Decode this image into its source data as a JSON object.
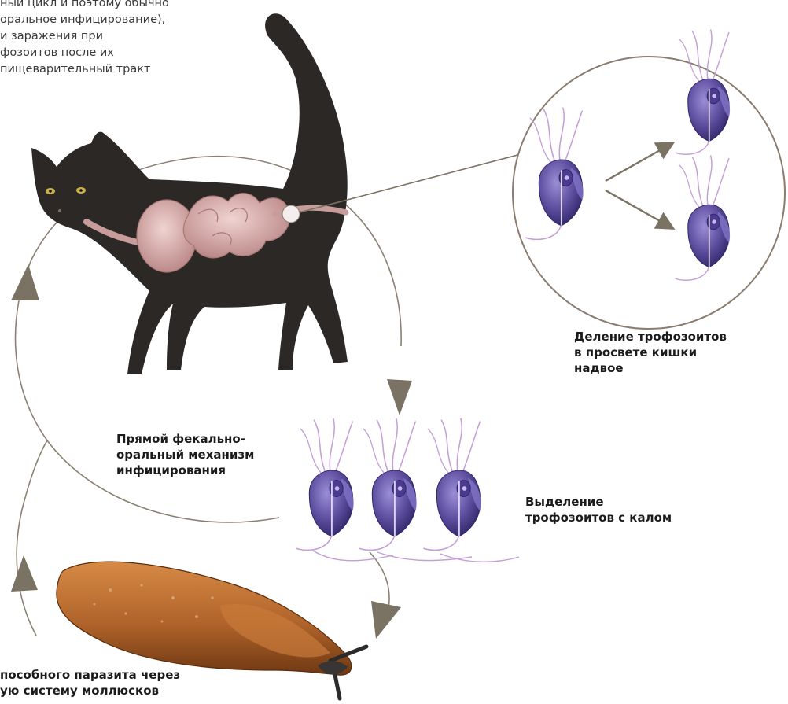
{
  "intro_text": "ный цикл и поэтому обычно\nоральное инфицирование),\nи заражения при\nфозоитов после их\nпищеварительный тракт",
  "labels": {
    "trophozoite_division": "Деление трофозоитов\nв просвете кишки\nнадвое",
    "fecal_oral": "Прямой фекально-\nоральный механизм\nинфицирования",
    "feces_release": "Выделение\nтрофозоитов с калом",
    "slug_transmission": "пособного паразита через\nую систему моллюсков"
  },
  "icons": {
    "cat": "cat-silhouette-icon",
    "intestine": "cat-intestine-icon",
    "trophozoite": "trichomonas-trophozoite-icon",
    "slug": "slug-icon",
    "arrow": "cycle-arrow-icon"
  },
  "colors": {
    "cycle_line": "#8a8172",
    "arrowhead": "#7a7263",
    "cat_body": "#2b2826",
    "intestine": "#d7aeae",
    "trophozoite_body": "#5f4fa0",
    "flagella": "#c49ed6",
    "slug_body": "#b0632a",
    "text": "#1b1b1b"
  }
}
